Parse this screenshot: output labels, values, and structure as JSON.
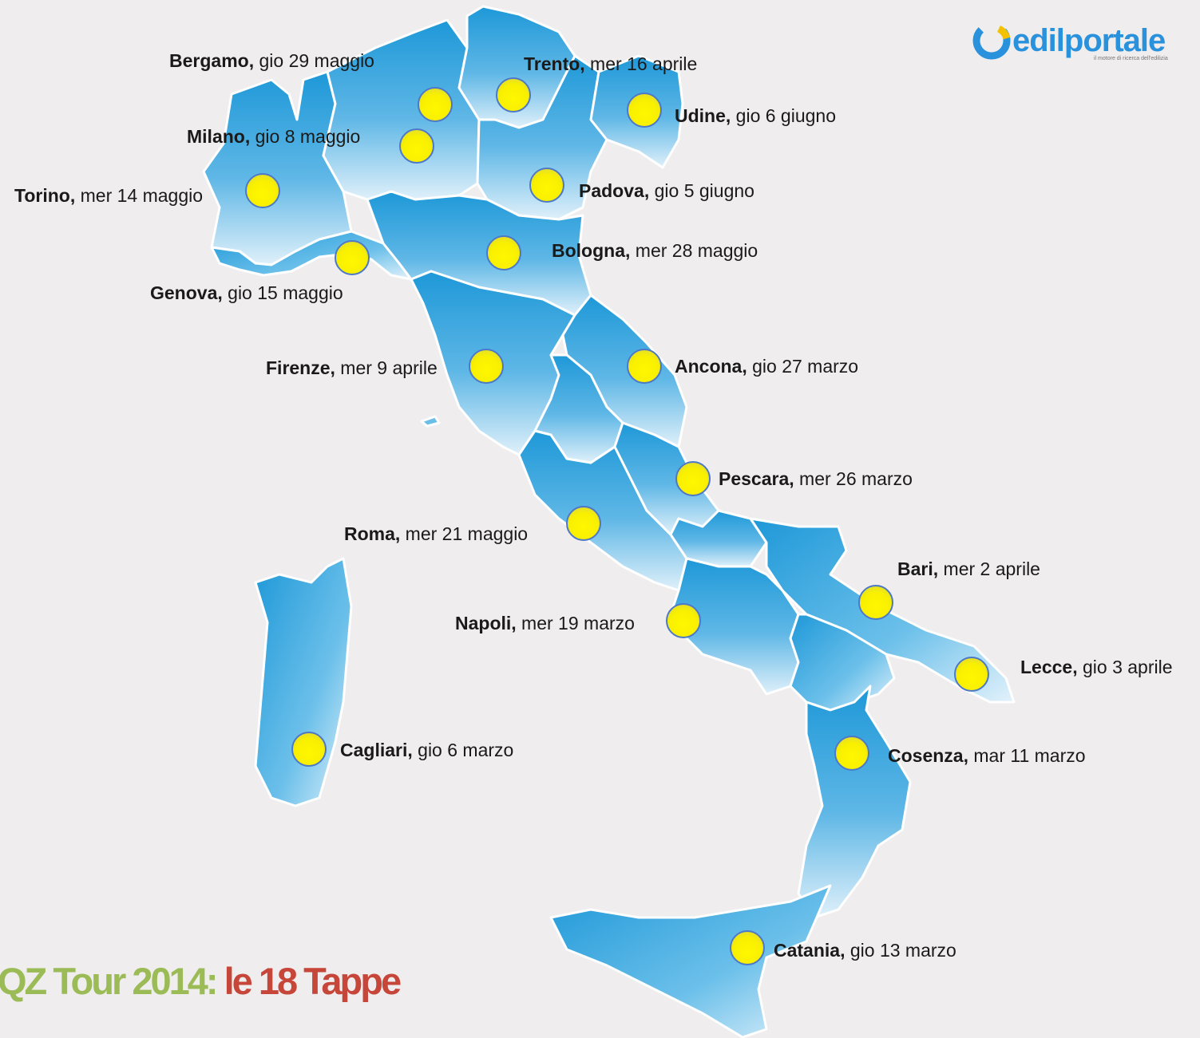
{
  "brand": {
    "name": "edilportale",
    "tagline": "il motore di ricerca dell'edilizia",
    "color": "#2a92dc"
  },
  "title": {
    "part1": "QZ Tour 2014: ",
    "part2": "le 18 Tappe",
    "color1": "#9bbb56",
    "color2": "#c7463a"
  },
  "colors": {
    "region_fill": "#2a9fdb",
    "region_light": "#d6ecf8",
    "pin_fill": "#fff600",
    "pin_border": "#4d78c8",
    "background": "#efeded"
  },
  "stops": [
    {
      "city": "Bergamo,",
      "date": " gio 29 maggio"
    },
    {
      "city": "Trento,",
      "date": " mer 16 aprile"
    },
    {
      "city": "Udine,",
      "date": " gio 6 giugno"
    },
    {
      "city": "Milano,",
      "date": " gio 8 maggio"
    },
    {
      "city": "Torino,",
      "date": " mer 14 maggio"
    },
    {
      "city": "Padova,",
      "date": " gio 5 giugno"
    },
    {
      "city": "Bologna,",
      "date": " mer 28 maggio"
    },
    {
      "city": "Genova,",
      "date": " gio 15 maggio"
    },
    {
      "city": "Firenze,",
      "date": " mer 9 aprile"
    },
    {
      "city": "Ancona,",
      "date": " gio 27 marzo"
    },
    {
      "city": "Pescara,",
      "date": " mer 26 marzo"
    },
    {
      "city": "Roma,",
      "date": " mer 21 maggio"
    },
    {
      "city": "Bari,",
      "date": " mer 2 aprile"
    },
    {
      "city": "Napoli,",
      "date": " mer 19 marzo"
    },
    {
      "city": "Lecce,",
      "date": " gio 3 aprile"
    },
    {
      "city": "Cagliari,",
      "date": " gio 6 marzo"
    },
    {
      "city": "Cosenza,",
      "date": " mar 11 marzo"
    },
    {
      "city": "Catania,",
      "date": " gio 13 marzo"
    }
  ]
}
